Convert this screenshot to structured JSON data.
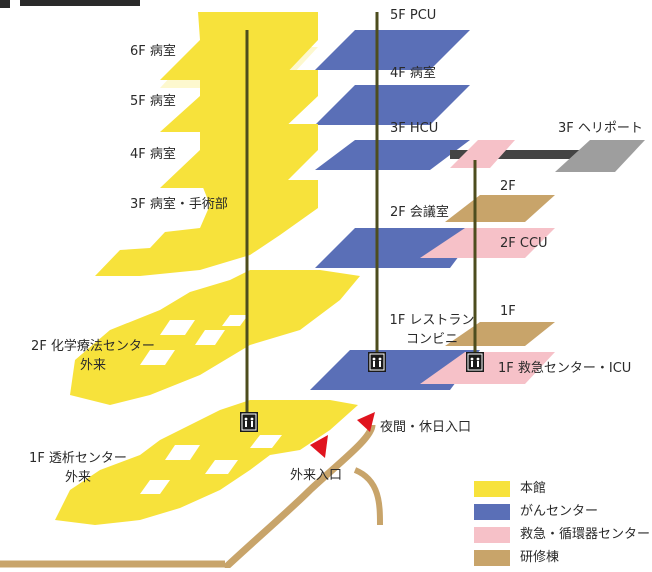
{
  "colors": {
    "main_building": "#F7E23B",
    "cancer_center": "#5A6FB7",
    "emergency_center": "#F6C1C8",
    "training_building": "#C8A46A",
    "path": "#C8A46A",
    "elevator_line": "#4D4D1E",
    "heliport": "#9E9E9E",
    "connector": "#444444",
    "arrow": "#E0141E"
  },
  "icons": {
    "elevator": "elevator-icon",
    "entrance_arrow": "arrow-icon"
  },
  "labels": {
    "main_6f": "6F 病室",
    "main_5f": "5F 病室",
    "main_4f": "4F 病室",
    "main_3f": "3F 病室・手術部",
    "main_2f_line1": "2F 化学療法センター",
    "main_2f_line2": "外来",
    "main_1f_line1": "1F 透析センター",
    "main_1f_line2": "外来",
    "cancer_5f": "5F PCU",
    "cancer_4f": "4F 病室",
    "cancer_3f": "3F HCU",
    "cancer_2f": "2F 会議室",
    "cancer_1f_line1": "1F レストラン",
    "cancer_1f_line2": "コンビニ",
    "heliport": "3F ヘリポート",
    "training_2f": "2F",
    "training_1f": "1F",
    "emergency_2f": "2F CCU",
    "emergency_1f": "1F 救急センター・ICU",
    "night_entrance": "夜間・休日入口",
    "outpatient_entrance": "外来入口"
  },
  "legend": [
    {
      "label": "本館",
      "color": "#F7E23B"
    },
    {
      "label": "がんセンター",
      "color": "#5A6FB7"
    },
    {
      "label": "救急・循環器センター",
      "color": "#F6C1C8"
    },
    {
      "label": "研修棟",
      "color": "#C8A46A"
    }
  ]
}
